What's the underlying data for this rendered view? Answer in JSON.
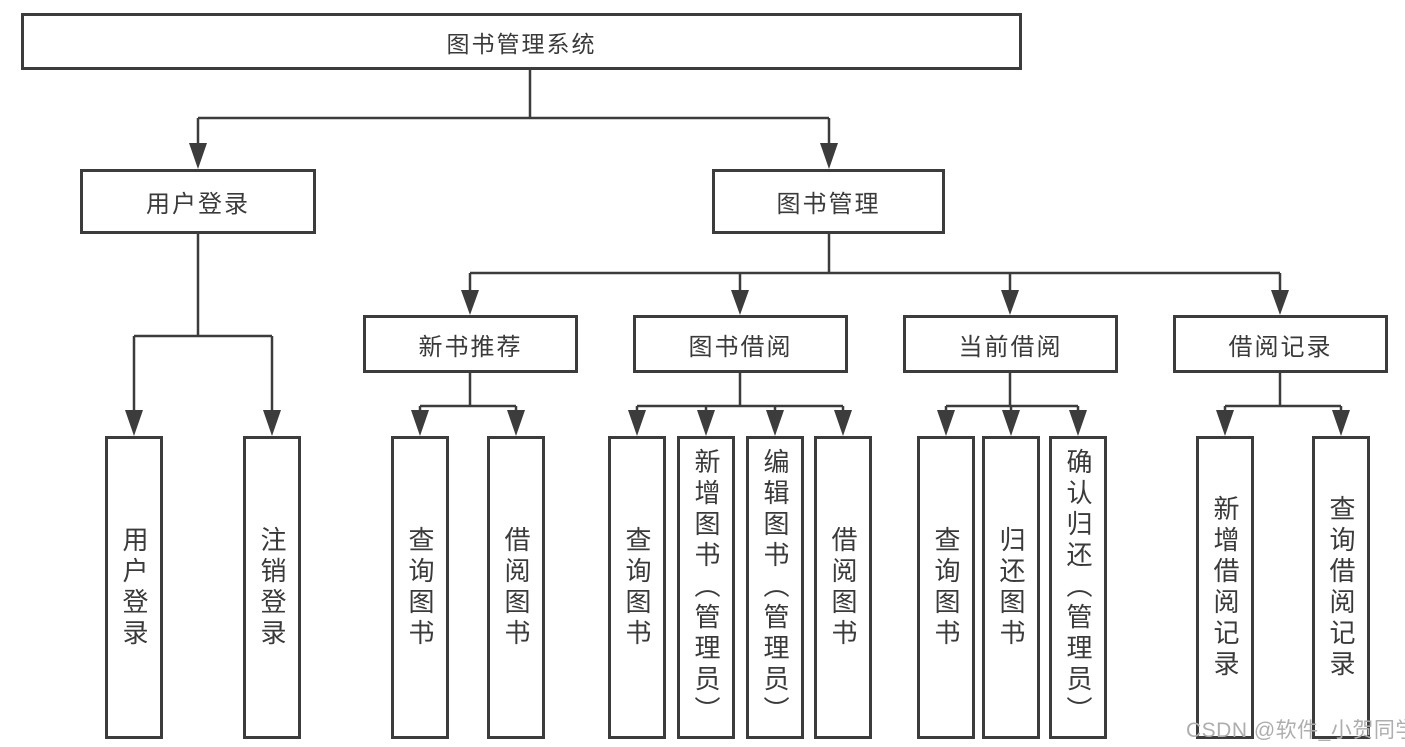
{
  "root": {
    "label": "图书管理系统"
  },
  "level2": [
    {
      "label": "用户登录"
    },
    {
      "label": "图书管理"
    }
  ],
  "level3": [
    {
      "label": "新书推荐"
    },
    {
      "label": "图书借阅"
    },
    {
      "label": "当前借阅"
    },
    {
      "label": "借阅记录"
    }
  ],
  "leaves": {
    "login": [
      {
        "label": "用户登录"
      },
      {
        "label": "注销登录"
      }
    ],
    "recommend": [
      {
        "label": "查询图书"
      },
      {
        "label": "借阅图书"
      }
    ],
    "borrow": [
      {
        "label": "查询图书"
      },
      {
        "label": "新增图书（管理员）"
      },
      {
        "label": "编辑图书（管理员）"
      },
      {
        "label": "借阅图书"
      }
    ],
    "current": [
      {
        "label": "查询图书"
      },
      {
        "label": "归还图书"
      },
      {
        "label": "确认归还（管理员）"
      }
    ],
    "records": [
      {
        "label": "新增借阅记录"
      },
      {
        "label": "查询借阅记录"
      }
    ]
  },
  "watermark": {
    "text": "CSDN @软件_小贺同学"
  },
  "colors": {
    "line": "#3c3c3c",
    "text": "#3a3a3a",
    "box_background": "#ffffff",
    "page_background": "#ffffff",
    "watermark": "#aeaeae"
  }
}
